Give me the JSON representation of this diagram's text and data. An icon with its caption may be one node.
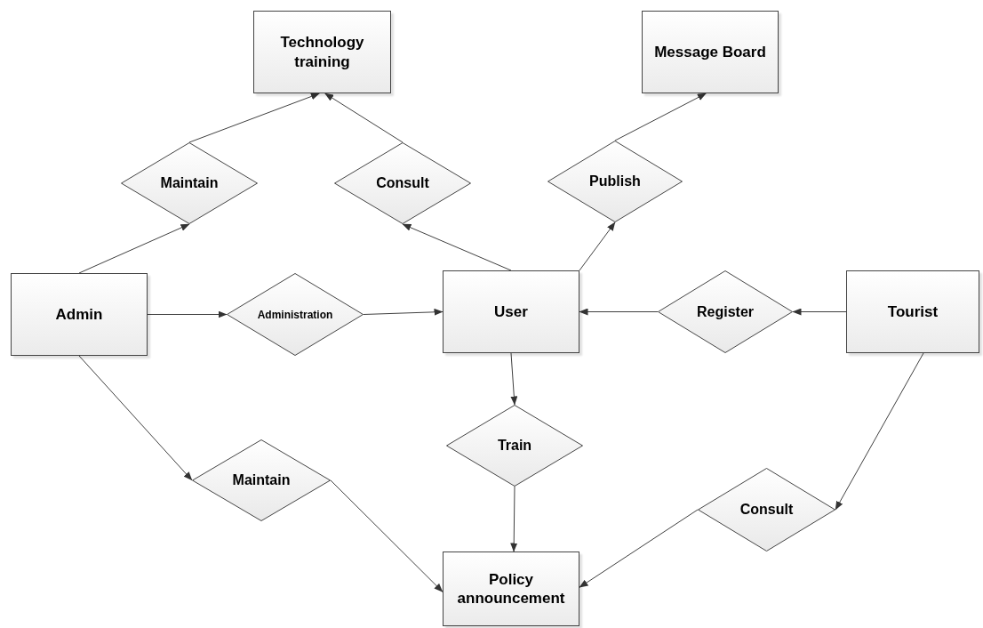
{
  "diagram": {
    "nodes": [
      {
        "text": [
          "Technology training"
        ]
      },
      {
        "text": [
          "Message Board"
        ]
      },
      {
        "text": [
          "Maintain"
        ]
      },
      {
        "text": [
          "Consult"
        ]
      },
      {
        "text": [
          "Publish"
        ]
      },
      {
        "text": [
          "Admin"
        ]
      },
      {
        "text": [
          "Administration"
        ]
      },
      {
        "text": [
          "User"
        ]
      },
      {
        "text": [
          "Register"
        ]
      },
      {
        "text": [
          "Tourist"
        ]
      },
      {
        "text": [
          "Train"
        ]
      },
      {
        "text": [
          "Maintain"
        ]
      },
      {
        "text": [
          "Consult"
        ]
      },
      {
        "text": [
          "Policy announcement"
        ]
      }
    ],
    "edges": [
      {
        "from": 5,
        "to": 2,
        "arrow": "to"
      },
      {
        "from": 2,
        "to": 0,
        "arrow": "to"
      },
      {
        "from": 7,
        "to": 3,
        "arrow": "to"
      },
      {
        "from": 3,
        "to": 0,
        "arrow": "to"
      },
      {
        "from": 7,
        "to": 4,
        "arrow": "to"
      },
      {
        "from": 4,
        "to": 1,
        "arrow": "to"
      },
      {
        "from": 5,
        "to": 6,
        "arrow": "to"
      },
      {
        "from": 6,
        "to": 7,
        "arrow": "to"
      },
      {
        "from": 9,
        "to": 8,
        "arrow": "to"
      },
      {
        "from": 8,
        "to": 7,
        "arrow": "to"
      },
      {
        "from": 7,
        "to": 10,
        "arrow": "to"
      },
      {
        "from": 10,
        "to": 13,
        "arrow": "to"
      },
      {
        "from": 5,
        "to": 11,
        "arrow": "to"
      },
      {
        "from": 11,
        "to": 13,
        "arrow": "to"
      },
      {
        "from": 9,
        "to": 12,
        "arrow": "to"
      },
      {
        "from": 12,
        "to": 13,
        "arrow": "to"
      }
    ]
  }
}
